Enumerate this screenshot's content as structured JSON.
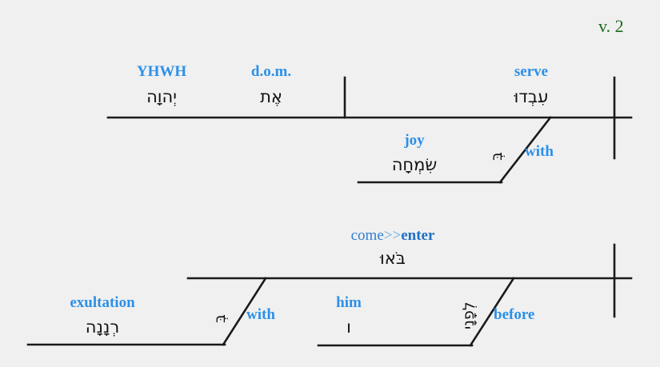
{
  "page": {
    "verse_label": "v. 2",
    "background_color": "#f0f0f0",
    "gloss_color": "#2b90e8",
    "hebrew_color": "#101010",
    "verse_color": "#1d6b1d",
    "line_color": "#1a1a1a"
  },
  "diagrams": [
    {
      "id": "clause-1",
      "baseline_elements": [
        {
          "id": "subject-object-yhwh",
          "gloss": "YHWH",
          "hebrew": "יְהוָה"
        },
        {
          "id": "direct-object-marker",
          "gloss": "d.o.m.",
          "hebrew": "אֶת"
        },
        {
          "id": "verb-serve",
          "gloss": "serve",
          "hebrew": "עִבְדוּ"
        }
      ],
      "modifiers": [
        {
          "id": "prep-phrase-joy",
          "preposition_gloss": "with",
          "preposition_hebrew": "בְּ",
          "object_gloss": "joy",
          "object_hebrew": "שִׂמְחָה"
        }
      ]
    },
    {
      "id": "clause-2",
      "baseline_elements": [
        {
          "id": "verb-come-enter",
          "gloss_plain": "come",
          "gloss_arrow": ">>",
          "gloss_bold": "enter",
          "hebrew": "בֹּאוּ"
        }
      ],
      "modifiers": [
        {
          "id": "prep-phrase-exultation",
          "preposition_gloss": "with",
          "preposition_hebrew": "בְּ",
          "object_gloss": "exultation",
          "object_hebrew": "רְנָנָה"
        },
        {
          "id": "prep-phrase-before-him",
          "preposition_gloss": "before",
          "preposition_hebrew": "לְפָנָי",
          "object_gloss": "him",
          "object_hebrew": "ו"
        }
      ]
    }
  ]
}
